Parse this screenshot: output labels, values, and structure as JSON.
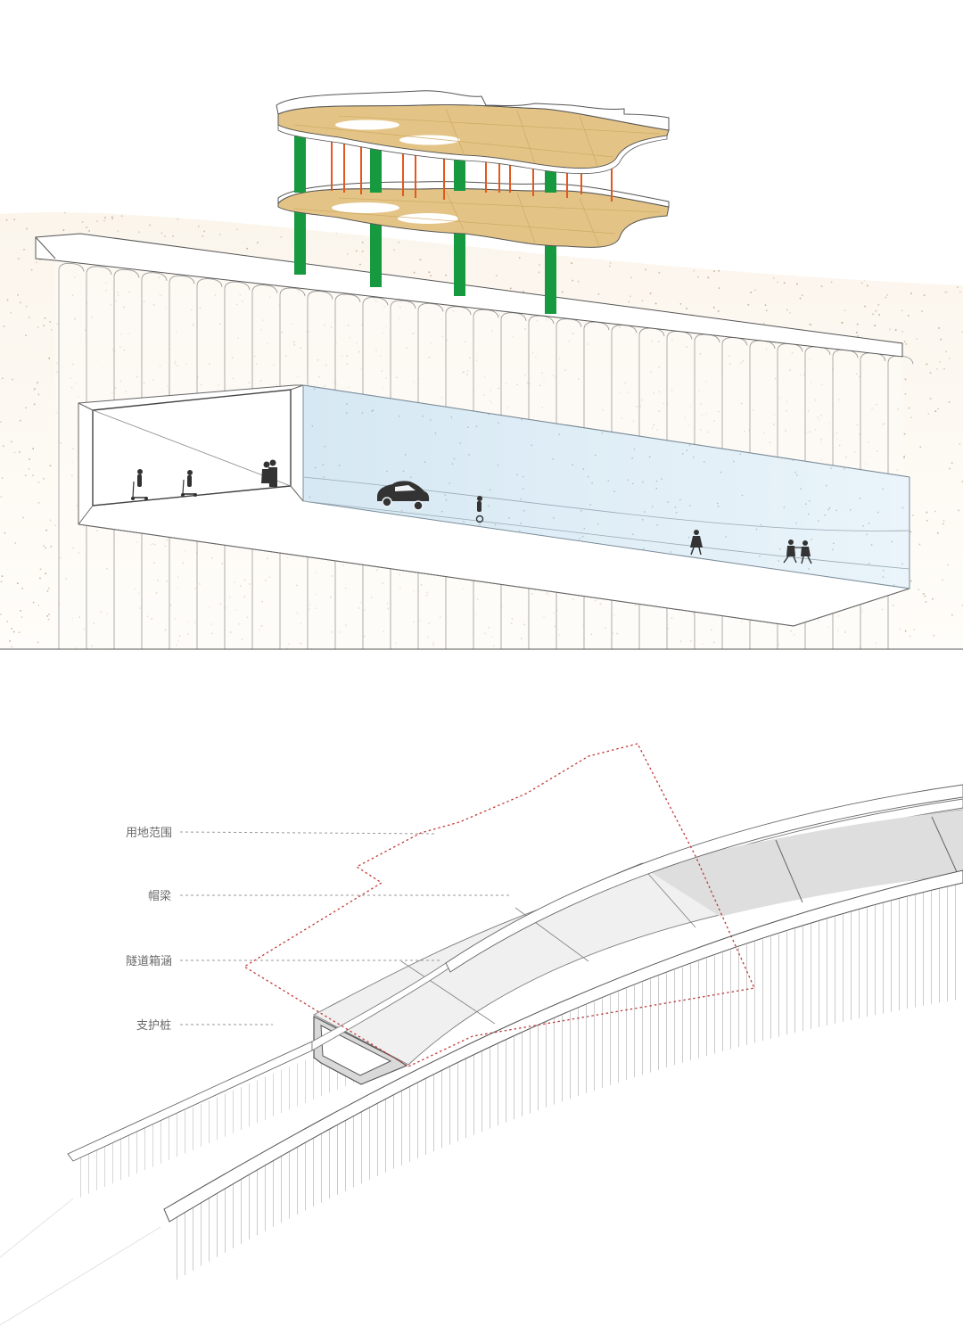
{
  "top_section": {
    "components": [
      "elevated-slab-building",
      "ground-soil-mass",
      "capping-beam",
      "retaining-piles",
      "tunnel-box-section",
      "tunnel-interior"
    ],
    "tunnel_occupants": [
      "scooter-rider",
      "scooter-rider",
      "pedestrian-group",
      "car",
      "segway-rider",
      "pedestrian",
      "pedestrian-pair"
    ]
  },
  "bottom_section": {
    "labels": {
      "site_boundary": "用地范围",
      "capping_beam": "帽梁",
      "tunnel_box": "隧道箱涵",
      "support_pile": "支护桩"
    }
  },
  "colors": {
    "slab": "#e3c486",
    "column": "#179a3f",
    "hanger": "#e2581f",
    "soil_speckle": "#b89f80",
    "tunnel_glass": "#dcebf5",
    "boundary": "#c23a3a",
    "leader": "#9a9a9a"
  }
}
